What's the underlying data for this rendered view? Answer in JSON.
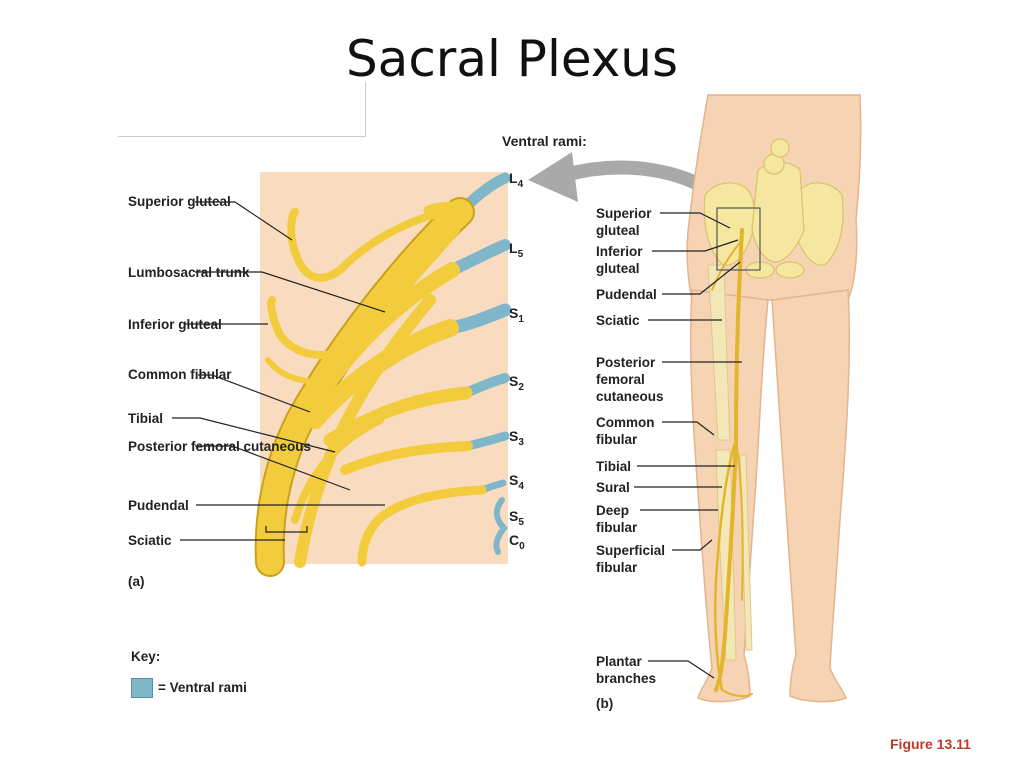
{
  "title": "Sacral Plexus",
  "panel_a": {
    "letter": "(a)",
    "ventral_rami_label": "Ventral rami:",
    "roots": [
      {
        "main": "L",
        "sub": "4"
      },
      {
        "main": "L",
        "sub": "5"
      },
      {
        "main": "S",
        "sub": "1"
      },
      {
        "main": "S",
        "sub": "2"
      },
      {
        "main": "S",
        "sub": "3"
      },
      {
        "main": "S",
        "sub": "4"
      },
      {
        "main": "S",
        "sub": "5"
      },
      {
        "main": "C",
        "sub": "0"
      }
    ],
    "labels": [
      "Superior gluteal",
      "Lumbosacral trunk",
      "Inferior gluteal",
      "Common fibular",
      "Tibial",
      "Posterior femoral cutaneous",
      "Pudendal",
      "Sciatic"
    ]
  },
  "panel_b": {
    "letter": "(b)",
    "labels": [
      "Superior gluteal",
      "Inferior gluteal",
      "Pudendal",
      "Sciatic",
      "Posterior femoral cutaneous",
      "Common fibular",
      "Tibial",
      "Sural",
      "Deep fibular",
      "Superficial fibular",
      "Plantar branches"
    ]
  },
  "key": {
    "title": "Key:",
    "entry": "= Ventral rami",
    "swatch_color": "#7fb6c9"
  },
  "colors": {
    "nerve": "#f2cc3c",
    "nerve_edge": "#c9a21a",
    "ventral_rami": "#7fb6c9",
    "skin": "#f6d3b2",
    "panel_bg": "#f9dcc0",
    "arrow": "#a9a9a9"
  },
  "figure_ref": "Figure 13.11"
}
